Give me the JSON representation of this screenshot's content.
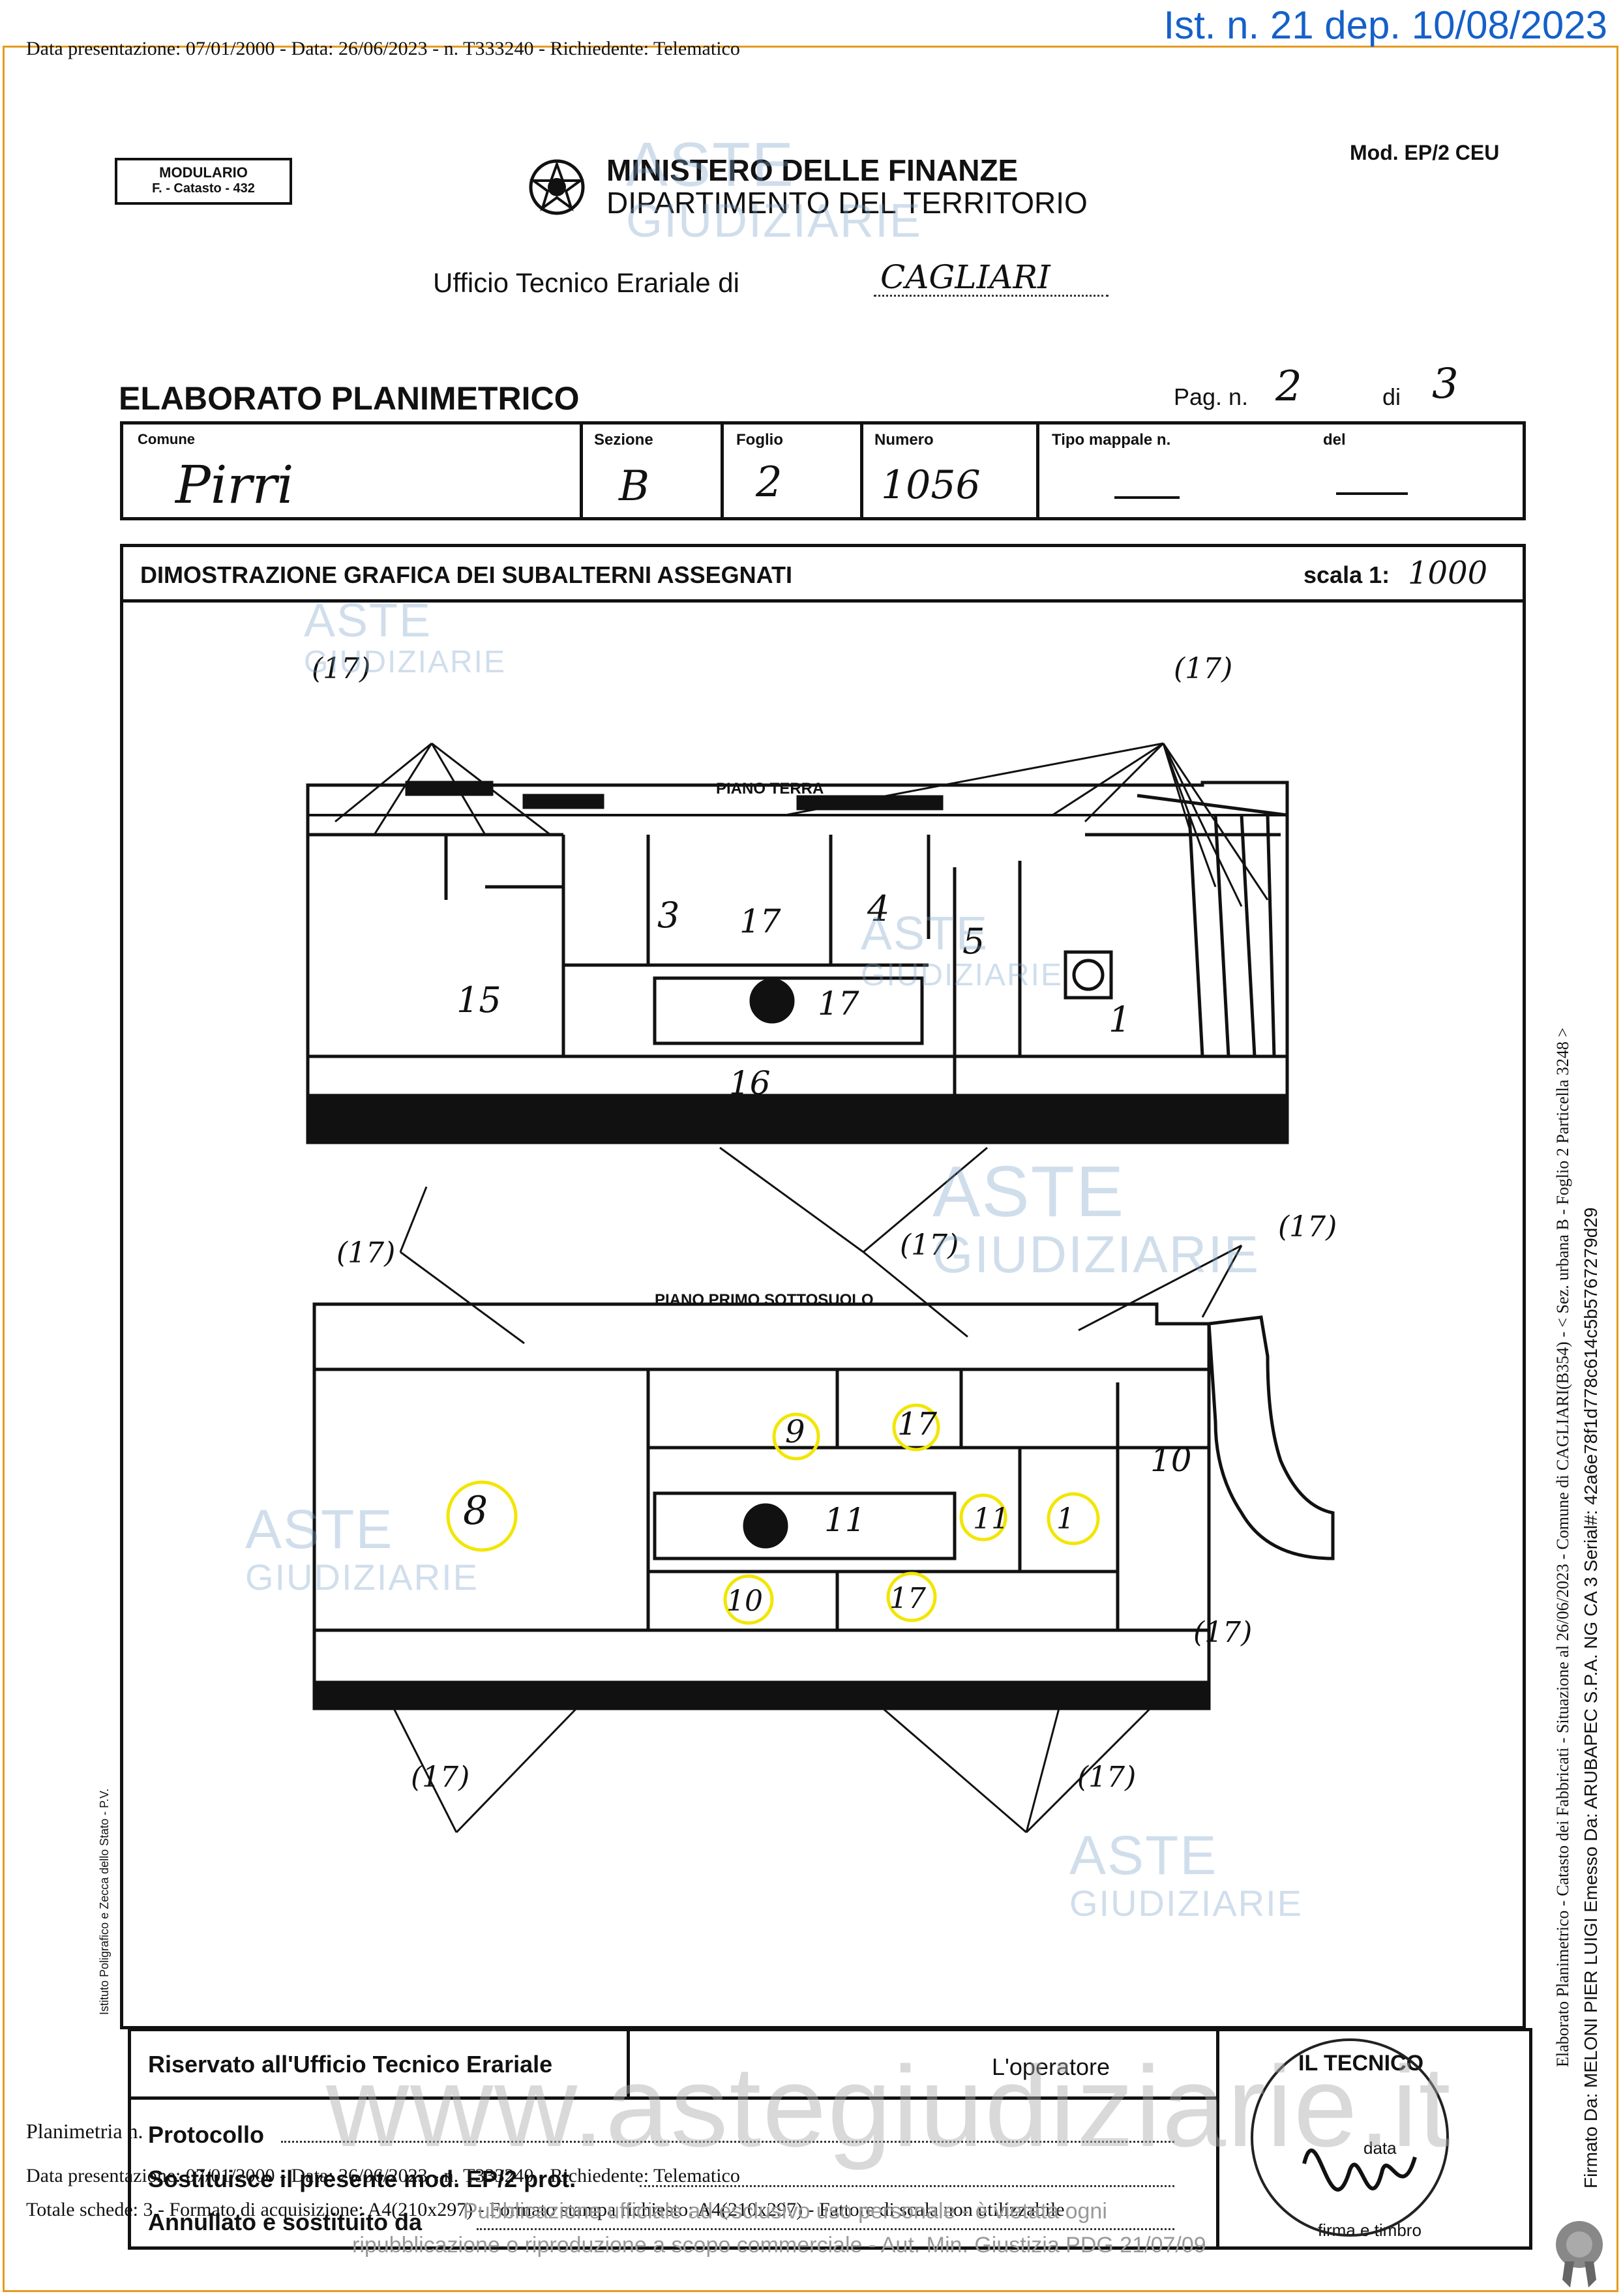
{
  "header": {
    "presentation_line": "Data presentazione: 07/01/2000 - Data: 26/06/2023 - n. T333240 - Richiedente: Telematico",
    "deposit_stamp": "Ist. n. 21 dep. 10/08/2023"
  },
  "form": {
    "modulario_line1": "MODULARIO",
    "modulario_line2": "F. - Catasto - 432",
    "ministry_line1": "MINISTERO DELLE FINANZE",
    "ministry_line2": "DIPARTIMENTO DEL TERRITORIO",
    "model": "Mod. EP/2 CEU",
    "office_label": "Ufficio Tecnico Erariale di",
    "office_value": "CAGLIARI",
    "title": "ELABORATO PLANIMETRICO",
    "page_label": "Pag. n.",
    "page_value": "2",
    "page_of_label": "di",
    "page_total": "3",
    "comune_label": "Comune",
    "comune_value": "Pirri",
    "sezione_label": "Sezione",
    "sezione_value": "B",
    "foglio_label": "Foglio",
    "foglio_value": "2",
    "numero_label": "Numero",
    "numero_value": "1056",
    "tipo_label": "Tipo mappale n.",
    "del_label": "del",
    "section_title": "DIMOSTRAZIONE GRAFICA DEI SUBALTERNI ASSEGNATI",
    "scale_label": "scala 1:",
    "scale_value": "1000"
  },
  "plan": {
    "upper_floor_label": "PIANO TERRA",
    "lower_floor_label": "PIANO PRIMO SOTTOSUOLO",
    "callout_label": "(17)",
    "upper_units": [
      "3",
      "17",
      "4",
      "5",
      "1",
      "15",
      "17",
      "16"
    ],
    "lower_units": [
      "8",
      "9",
      "17",
      "11",
      "11",
      "1",
      "10",
      "10",
      "17"
    ],
    "highlight_color": "#f2e600"
  },
  "footer": {
    "reserved_label": "Riservato all'Ufficio Tecnico Erariale",
    "operator_label": "L'operatore",
    "technician_label": "IL TECNICO",
    "protocol_label": "Protocollo",
    "replaces_label": "Sostituisce il presente mod. EP/2 prot.",
    "cancelled_label": "Annullato e sostituito da",
    "date_label": "data",
    "signature_label": "firma e timbro",
    "printer_note": "Istituto Poligrafico e Zecca dello Stato - P.V.",
    "planimetria_line": "Planimetria n.",
    "presentation_line2": "Data presentazione: 07/01/2000 - Data: 26/06/2023 - n. T333240 - Richiedente: Telematico",
    "totals_line": "Totale schede: 3 - Formato di acquisizione: A4(210x297) - Formato stampa richiesto: A4(210x297) - Fattore di scala non utilizzabile",
    "disclaimer_line1": "Pubblicazione ufficiale ad esclusivo uso personale - è vietata ogni",
    "disclaimer_line2": "ripubblicazione o riproduzione a scopo commerciale - Aut. Min. Giustizia PDG 21/07/09"
  },
  "side": {
    "line1": "Elaborato Planimetrico - Catasto dei Fabbricati - Situazione al 26/06/2023 - Comune di CAGLIARI(B354) - < Sez. urbana B - Foglio 2 Particella 3248 >",
    "line2": "Firmato Da: MELONI PIER LUIGI Emesso Da: ARUBAPEC S.P.A. NG CA 3 Serial#: 42a6e78f1d778c614c5b5767279d29"
  },
  "watermark": {
    "line1": "ASTE",
    "line2": "GIUDIZIARIE",
    "site": "www.astegiudiziarie.it"
  }
}
